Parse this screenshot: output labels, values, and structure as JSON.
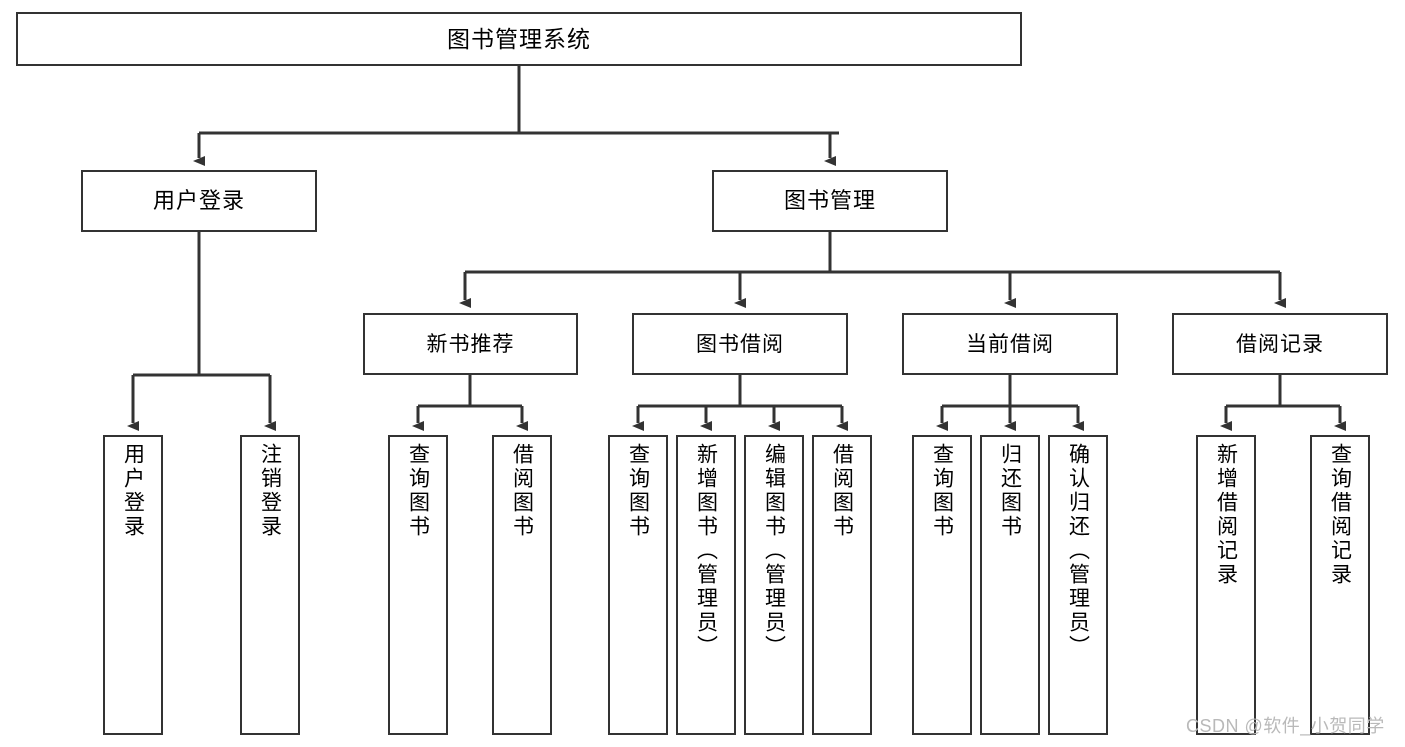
{
  "diagram": {
    "title": "图书管理系统",
    "type": "tree",
    "background": "#ffffff",
    "line_color": "#333333",
    "box_border_color": "#333333",
    "text_color": "#000000"
  },
  "watermark": {
    "text": "CSDN @软件_小贺同学",
    "color": "#b9b9b9"
  },
  "nodes": {
    "root": {
      "label": "图书管理系统"
    },
    "level2": [
      {
        "label": "用户登录"
      },
      {
        "label": "图书管理"
      }
    ],
    "level3": [
      {
        "label": "新书推荐"
      },
      {
        "label": "图书借阅"
      },
      {
        "label": "当前借阅"
      },
      {
        "label": "借阅记录"
      }
    ],
    "leaves": {
      "user_login": [
        {
          "label": "用户登录"
        },
        {
          "label": "注销登录"
        }
      ],
      "new_book": [
        {
          "label": "查询图书"
        },
        {
          "label": "借阅图书"
        }
      ],
      "book_borrow": [
        {
          "label": "查询图书"
        },
        {
          "label": "新增图书（管理员）"
        },
        {
          "label": "编辑图书（管理员）"
        },
        {
          "label": "借阅图书"
        }
      ],
      "current_borrow": [
        {
          "label": "查询图书"
        },
        {
          "label": "归还图书"
        },
        {
          "label": "确认归还（管理员）"
        }
      ],
      "borrow_record": [
        {
          "label": "新增借阅记录"
        },
        {
          "label": "查询借阅记录"
        }
      ]
    }
  }
}
